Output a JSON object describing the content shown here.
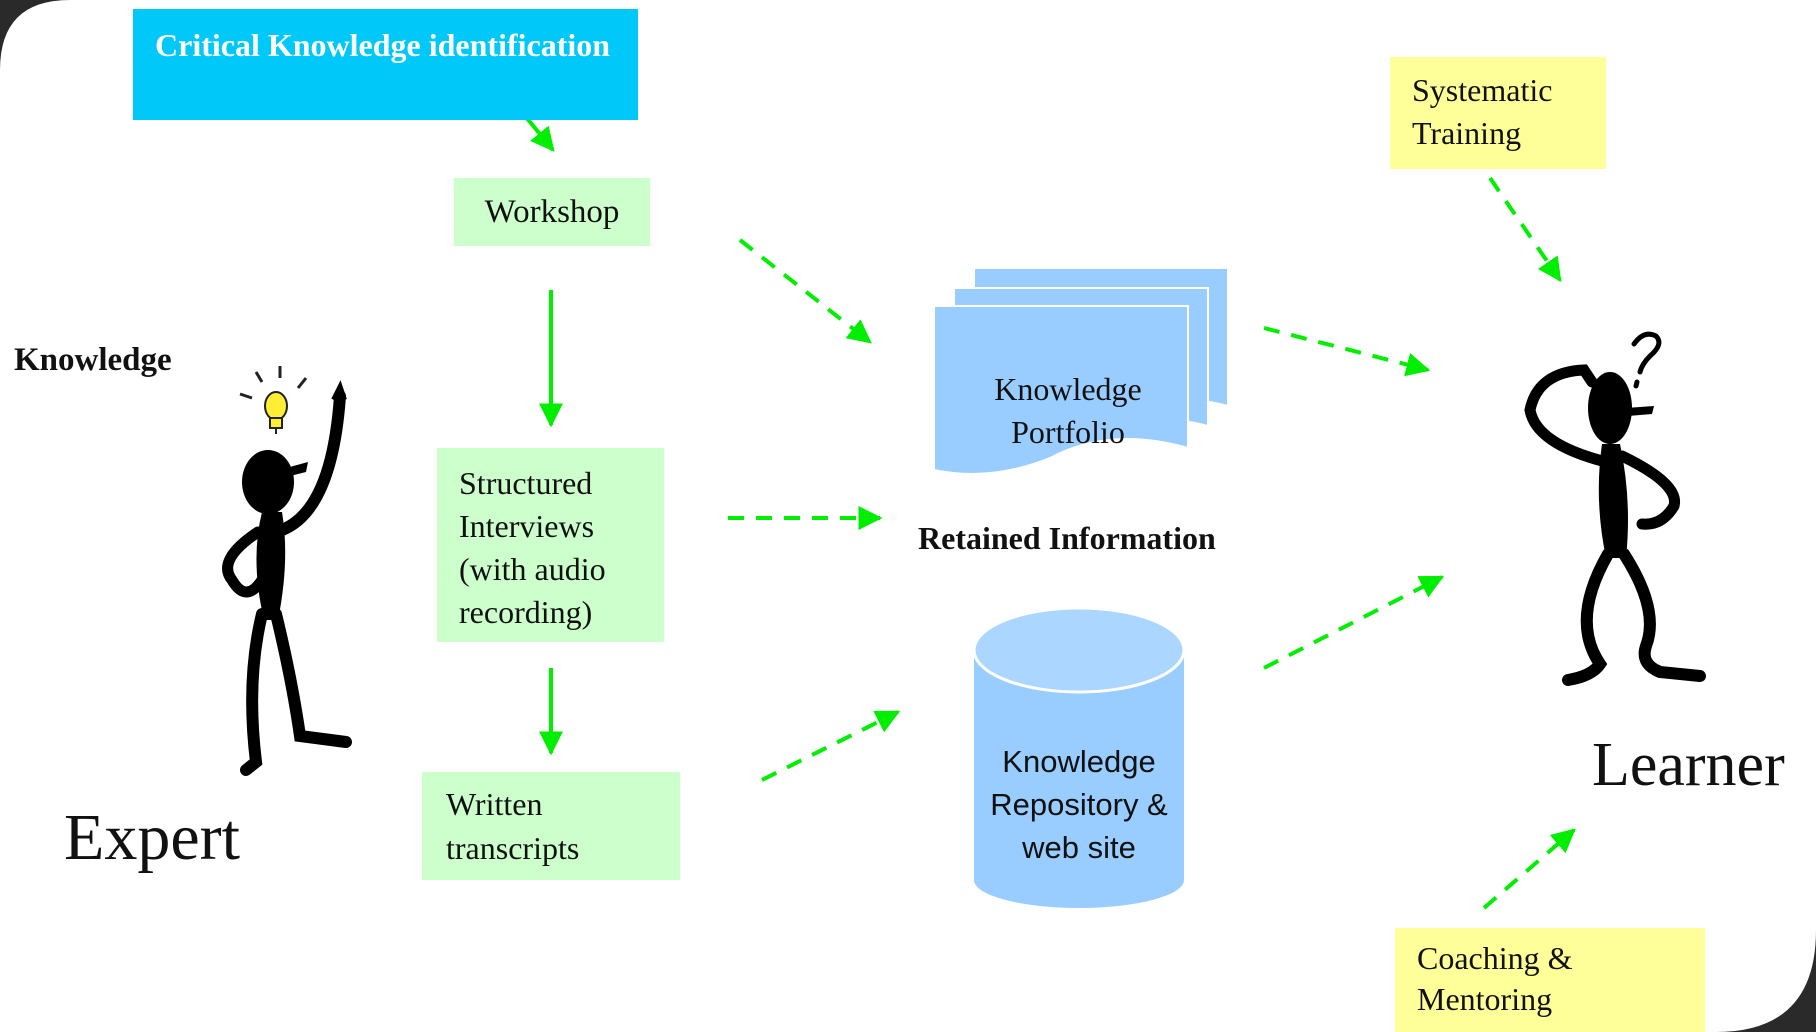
{
  "boxes": {
    "critical": "Critical Knowledge identification",
    "workshop": "Workshop",
    "interviews": "Structured Interviews (with audio recording)",
    "transcripts": "Written transcripts",
    "training": "Systematic Training",
    "coaching": "Coaching & Mentoring"
  },
  "shapes": {
    "portfolio": "Knowledge Portfolio",
    "repository": "Knowledge Repository & web site"
  },
  "labels": {
    "retained": "Retained Information",
    "knowledge": "Knowledge",
    "expert": "Expert",
    "learner": "Learner"
  },
  "colors": {
    "critical_fill": "#00C8F8",
    "step_fill": "#CCFFCC",
    "support_fill": "#FFFF99",
    "doc_fill": "#99CCFF",
    "arrow": "#00EE00"
  }
}
